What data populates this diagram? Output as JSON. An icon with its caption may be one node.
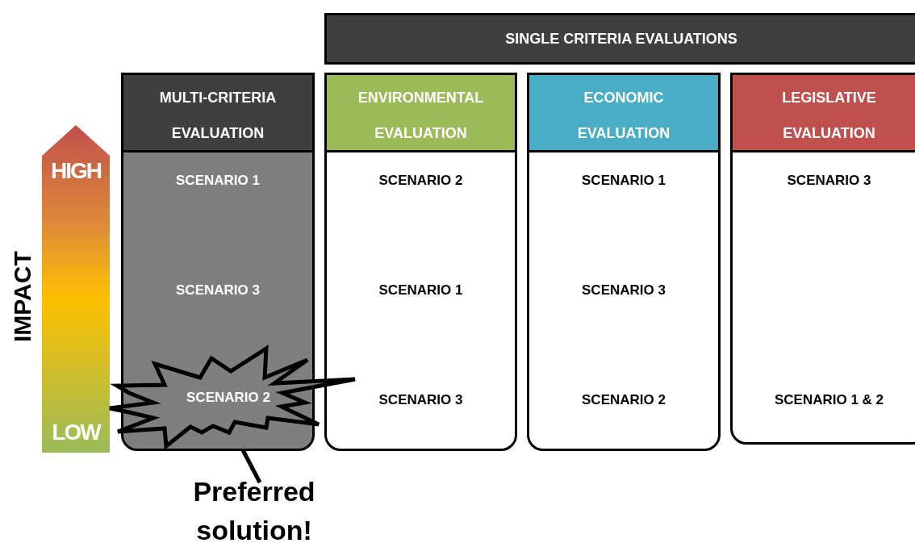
{
  "diagram": {
    "nodes": [
      {
        "text": [
          "SINGLE CRITERIA EVALUATIONS"
        ]
      },
      {
        "text": [
          "HIGH",
          "LOW"
        ],
        "beside": [
          "IMPACT"
        ]
      },
      {
        "text": [
          "MULTI-CRITERIA EVALUATION",
          "SCENARIO 1",
          "SCENARIO 3"
        ]
      },
      {
        "text": [
          "SCENARIO 2"
        ]
      },
      {
        "text": [
          "ENVIRONMENTAL EVALUATION",
          "SCENARIO 2",
          "SCENARIO 1",
          "SCENARIO 3"
        ]
      },
      {
        "text": [
          "ECONOMIC EVALUATION",
          "SCENARIO 1",
          "SCENARIO 3",
          "SCENARIO 2"
        ]
      },
      {
        "text": [
          "LEGISLATIVE EVALUATION",
          "SCENARIO 3",
          "SCENARIO 1 & 2"
        ]
      },
      {
        "text": [
          "Preferred solution!"
        ]
      }
    ],
    "edges": [
      {
        "from": 7,
        "to": 3,
        "arrow": "none"
      }
    ]
  }
}
